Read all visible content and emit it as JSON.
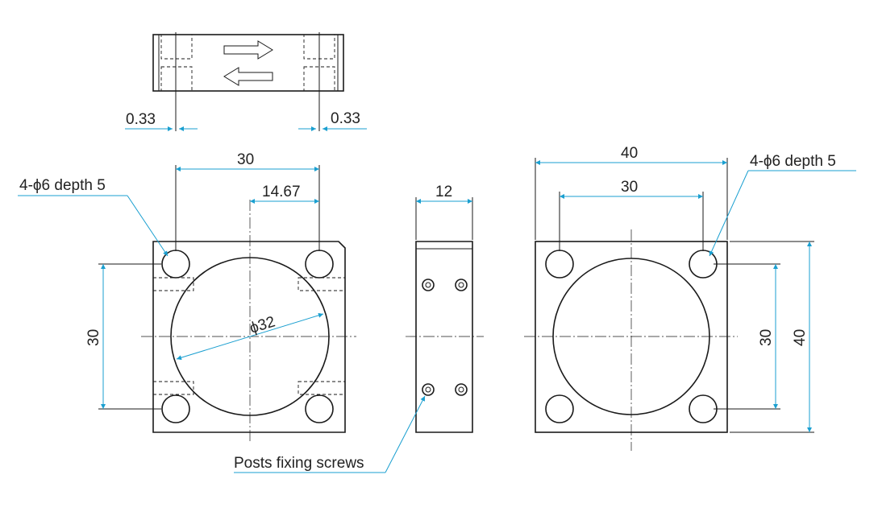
{
  "labels": {
    "dim_033_left": "0.33",
    "dim_033_right": "0.33",
    "dim_30_top_front": "30",
    "dim_1467": "14.67",
    "dim_30_vert_front": "30",
    "dim_phi32": "ϕ32",
    "note_holes_front": "4-ϕ6 depth 5",
    "dim_12": "12",
    "dim_40_top_rear": "40",
    "dim_30_top_rear": "30",
    "note_holes_rear": "4-ϕ6 depth 5",
    "dim_30_vert_rear": "30",
    "dim_40_vert_rear": "40",
    "note_posts": "Posts fixing screws"
  },
  "colors": {
    "dimension": "#1a9fd0",
    "outline": "#1a1a1a"
  }
}
